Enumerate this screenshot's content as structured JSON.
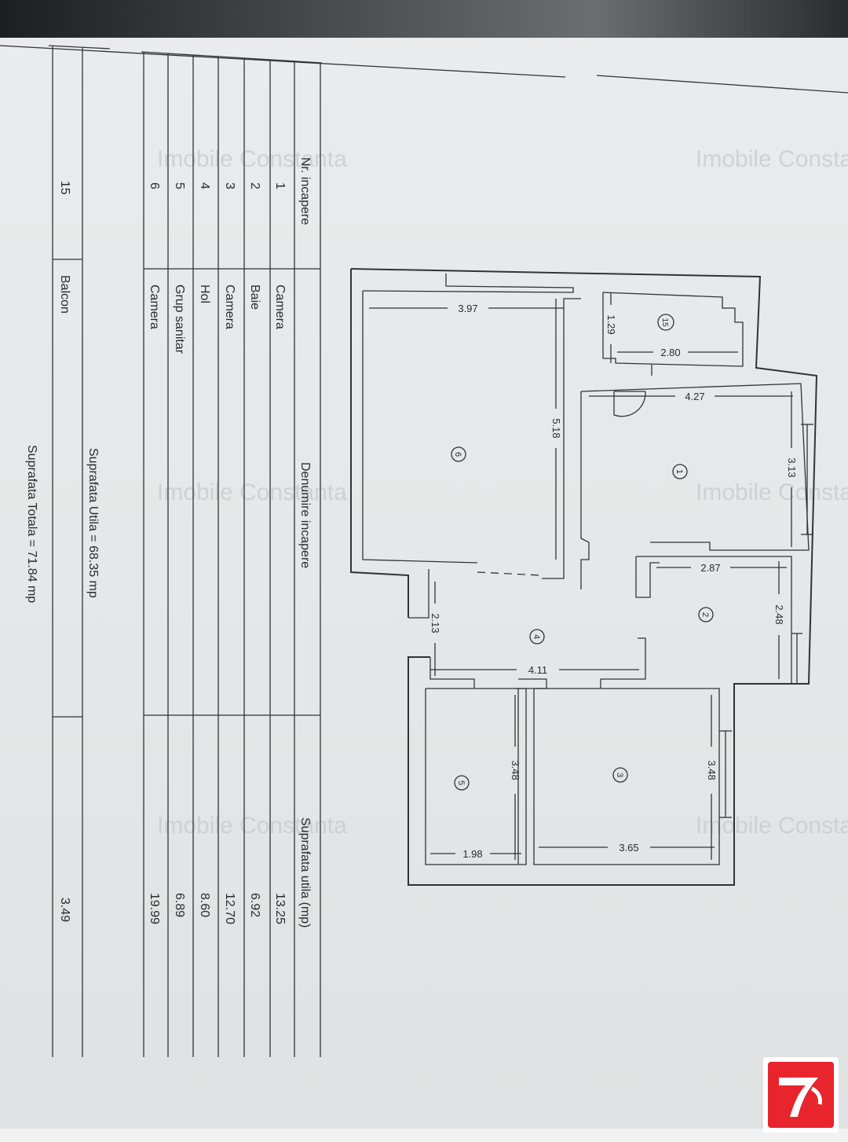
{
  "table": {
    "headers": {
      "nr": "Nr. incapere",
      "name": "Denumire incapere",
      "area": "Suprafata utila (mp)"
    },
    "rows": [
      {
        "nr": "1",
        "name": "Camera",
        "area": "13.25"
      },
      {
        "nr": "2",
        "name": "Baie",
        "area": "6.92"
      },
      {
        "nr": "3",
        "name": "Camera",
        "area": "12.70"
      },
      {
        "nr": "4",
        "name": "Hol",
        "area": "8.60"
      },
      {
        "nr": "5",
        "name": "Grup sanitar",
        "area": "6.89"
      },
      {
        "nr": "6",
        "name": "Camera",
        "area": "19.99"
      }
    ],
    "balcony": {
      "nr": "15",
      "name": "Balcon",
      "area": "3.49"
    },
    "total_utila": "Suprafata Utila = 68.35 mp",
    "total": "Suprafata Totala = 71.84 mp"
  },
  "plan": {
    "rooms": {
      "r1": "1",
      "r2": "2",
      "r3": "3",
      "r4": "4",
      "r5": "5",
      "r6": "6",
      "r15": "15"
    },
    "dims": {
      "d397": "3.97",
      "d518": "5.18",
      "d129": "1.29",
      "d280": "2.80",
      "d427": "4.27",
      "d313": "3.13",
      "d287": "2.87",
      "d248": "2.48",
      "d213": "2.13",
      "d411": "4.11",
      "d348a": "3.48",
      "d348b": "3.48",
      "d198": "1.98",
      "d365": "3.65"
    }
  },
  "watermark": "Imobile Constanta",
  "colors": {
    "paper": "#e6e8e9",
    "ink": "#2b2b2b",
    "logo": "#e8242d"
  }
}
